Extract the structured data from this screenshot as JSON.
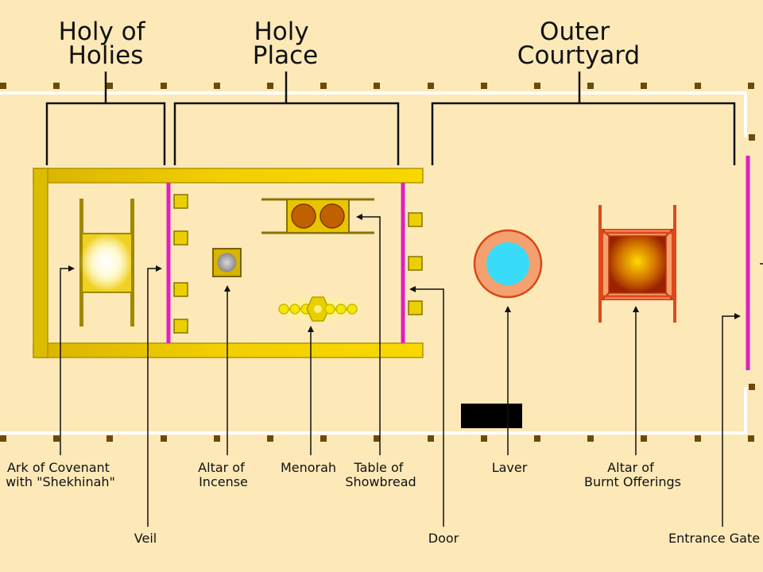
{
  "sections": {
    "holy_of_holies": [
      "Holy of",
      "Holies"
    ],
    "holy_place": [
      "Holy",
      "Place"
    ],
    "outer_courtyard": [
      "Outer",
      "Courtyard"
    ]
  },
  "labels": {
    "ark": [
      "Ark of Covenant",
      "with \"Shekhinah\""
    ],
    "altar_incense": [
      "Altar of",
      "Incense"
    ],
    "menorah": "Menorah",
    "showbread": [
      "Table of",
      "Showbread"
    ],
    "laver": "Laver",
    "altar_burnt": [
      "Altar of",
      "Burnt Offerings"
    ],
    "veil": "Veil",
    "door": "Door",
    "entrance_gate": "Entrance Gate"
  },
  "colors": {
    "background": "#fde9b8",
    "gold": "#e8c400",
    "gold_dark": "#b39500",
    "curtain": "#e020c0",
    "laver_water": "#38dcf8",
    "laver_rim": "#f4a070",
    "bronze": "#e0481c",
    "post": "#6b4a0a"
  }
}
